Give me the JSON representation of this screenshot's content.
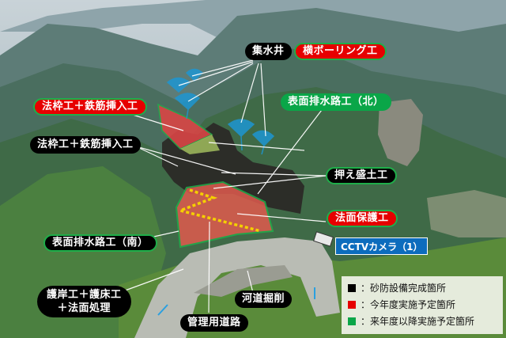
{
  "labels": {
    "shusuisei": "集水井",
    "yoko_boring": "横ボーリング工",
    "nori_waku_red": "法枠工＋鉄筋挿入工",
    "nori_waku_black": "法枠工＋鉄筋挿入工",
    "hyomen_kita": "表面排水路工（北）",
    "oshie_morido": "押え盛土工",
    "nomen_hogo": "法面保護工",
    "hyomen_minami": "表面排水路工（南）",
    "cctv": "CCTVカメラ（1）",
    "gogan_line1": "護岸工＋護床工",
    "gogan_line2": "＋法面処理",
    "kasen_kussaku": "河道掘削",
    "kanri_doro": "管理用道路"
  },
  "legend": {
    "items": [
      {
        "color": "#000000",
        "sep": "：",
        "label": "砂防設備完成箇所"
      },
      {
        "color": "#e60000",
        "sep": "：",
        "label": "今年度実施予定箇所"
      },
      {
        "color": "#0aa648",
        "sep": "：",
        "label": "来年度以降実施予定箇所"
      }
    ]
  },
  "colors": {
    "completed": "#000000",
    "this_year": "#e60000",
    "next_year": "#0aa648",
    "water_well": "#1e96d2",
    "camera_label": "#0c6cbd"
  }
}
